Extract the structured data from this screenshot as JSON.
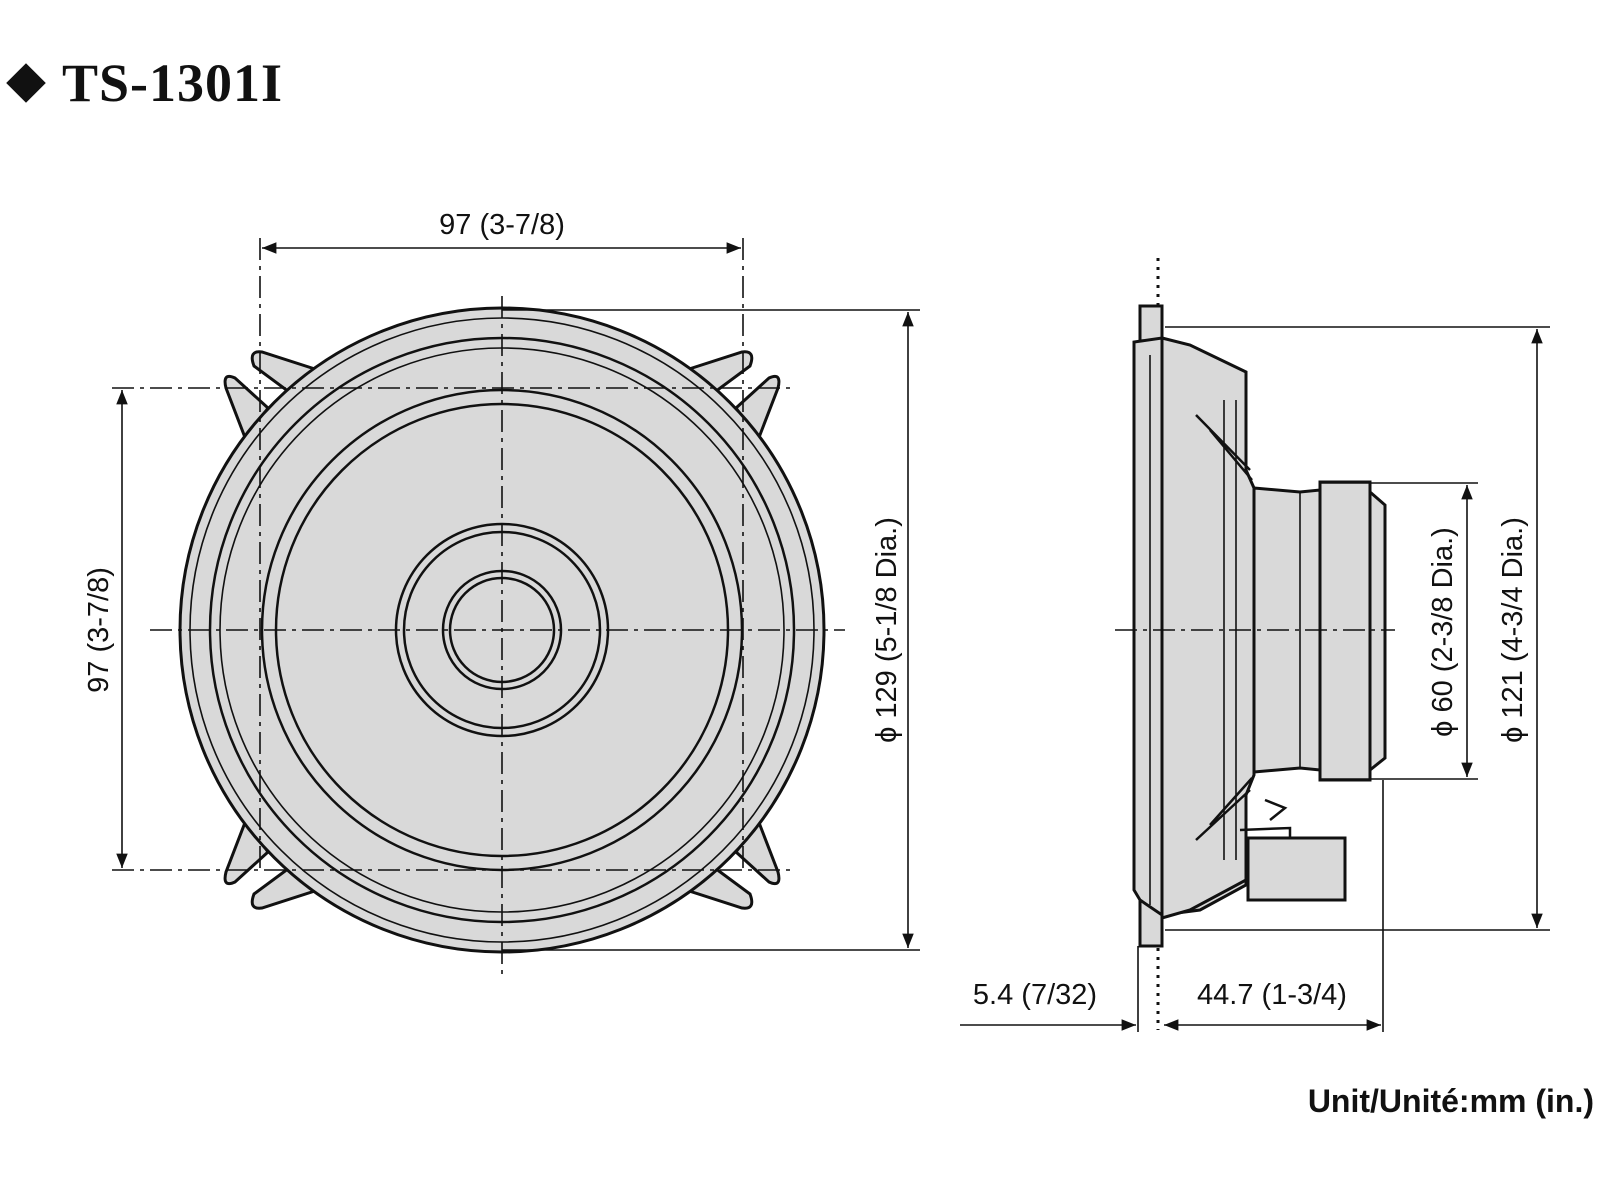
{
  "title": "TS-1301I",
  "front_view": {
    "width_label": "97 (3-7/8)",
    "height_label": "97 (3-7/8)",
    "diameter_label": "ϕ 129 (5-1/8 Dia.)"
  },
  "side_view": {
    "frame_diameter_label": "ϕ 121 (4-3/4 Dia.)",
    "magnet_diameter_label": "ϕ 60 (2-3/8 Dia.)",
    "flange_depth_label": "5.4 (7/32)",
    "mounting_depth_label": "44.7 (1-3/4)"
  },
  "unit_label": "Unit/Unité:mm (in.)"
}
